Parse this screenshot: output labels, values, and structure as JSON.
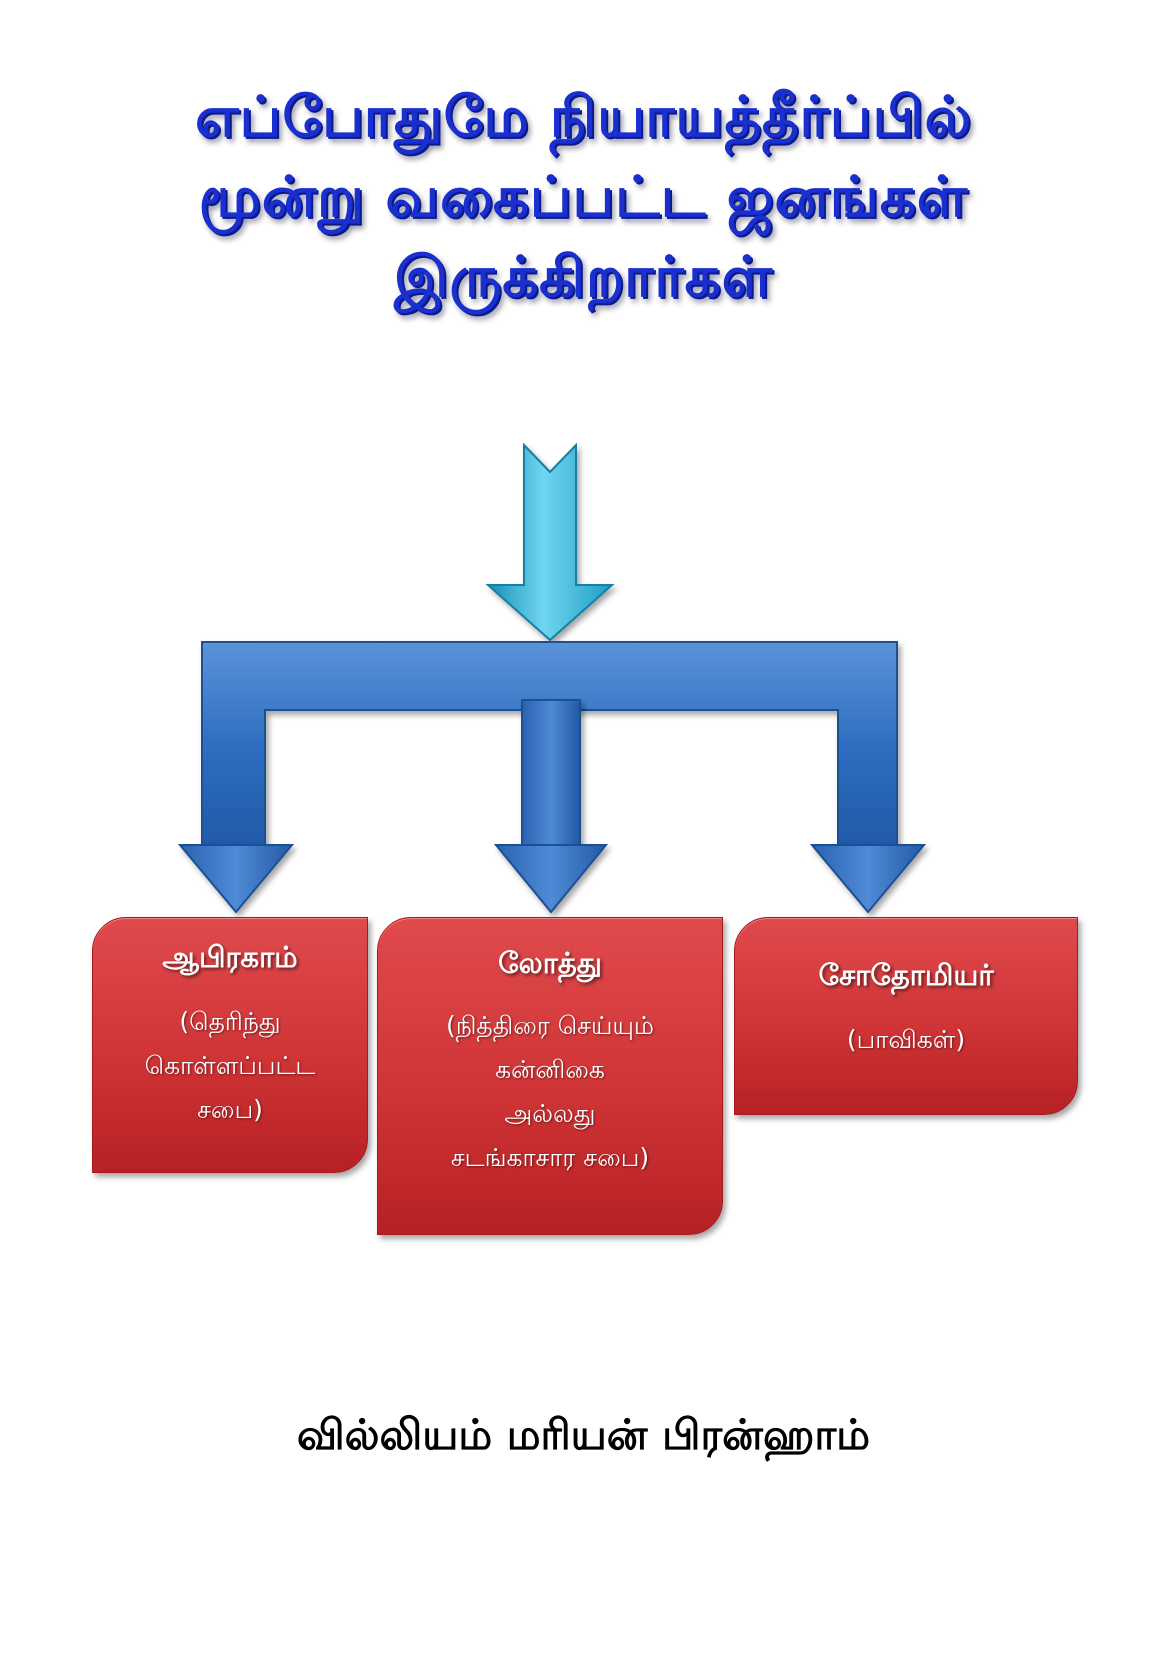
{
  "title": {
    "lines": [
      "எப்போதுமே நியாயத்தீர்ப்பில்",
      "மூன்று வகைப்பட்ட ஜனங்கள்",
      "இருக்கிறார்கள்"
    ]
  },
  "groups": [
    {
      "name": "ஆபிரகாம்",
      "desc": [
        "(தெரிந்து",
        "கொள்ளப்பட்ட",
        "சபை)"
      ]
    },
    {
      "name": "லோத்து",
      "desc": [
        "(நித்திரை செய்யும்",
        "கன்னிகை",
        "அல்லது",
        "சடங்காசார சபை)"
      ]
    },
    {
      "name": "சோதோமியர்",
      "desc": [
        "(பாவிகள்)"
      ]
    }
  ],
  "author": "வில்லியம் மரியன் பிரன்ஹாம்",
  "colors": {
    "title": "#1a2fd0",
    "top_arrow": "#2bb2d6",
    "branch_arrows": "#2f6fc0",
    "boxes": "#cf3436",
    "box_text": "#ffffff",
    "author": "#000000"
  },
  "icons": [
    "down-arrow-icon"
  ]
}
